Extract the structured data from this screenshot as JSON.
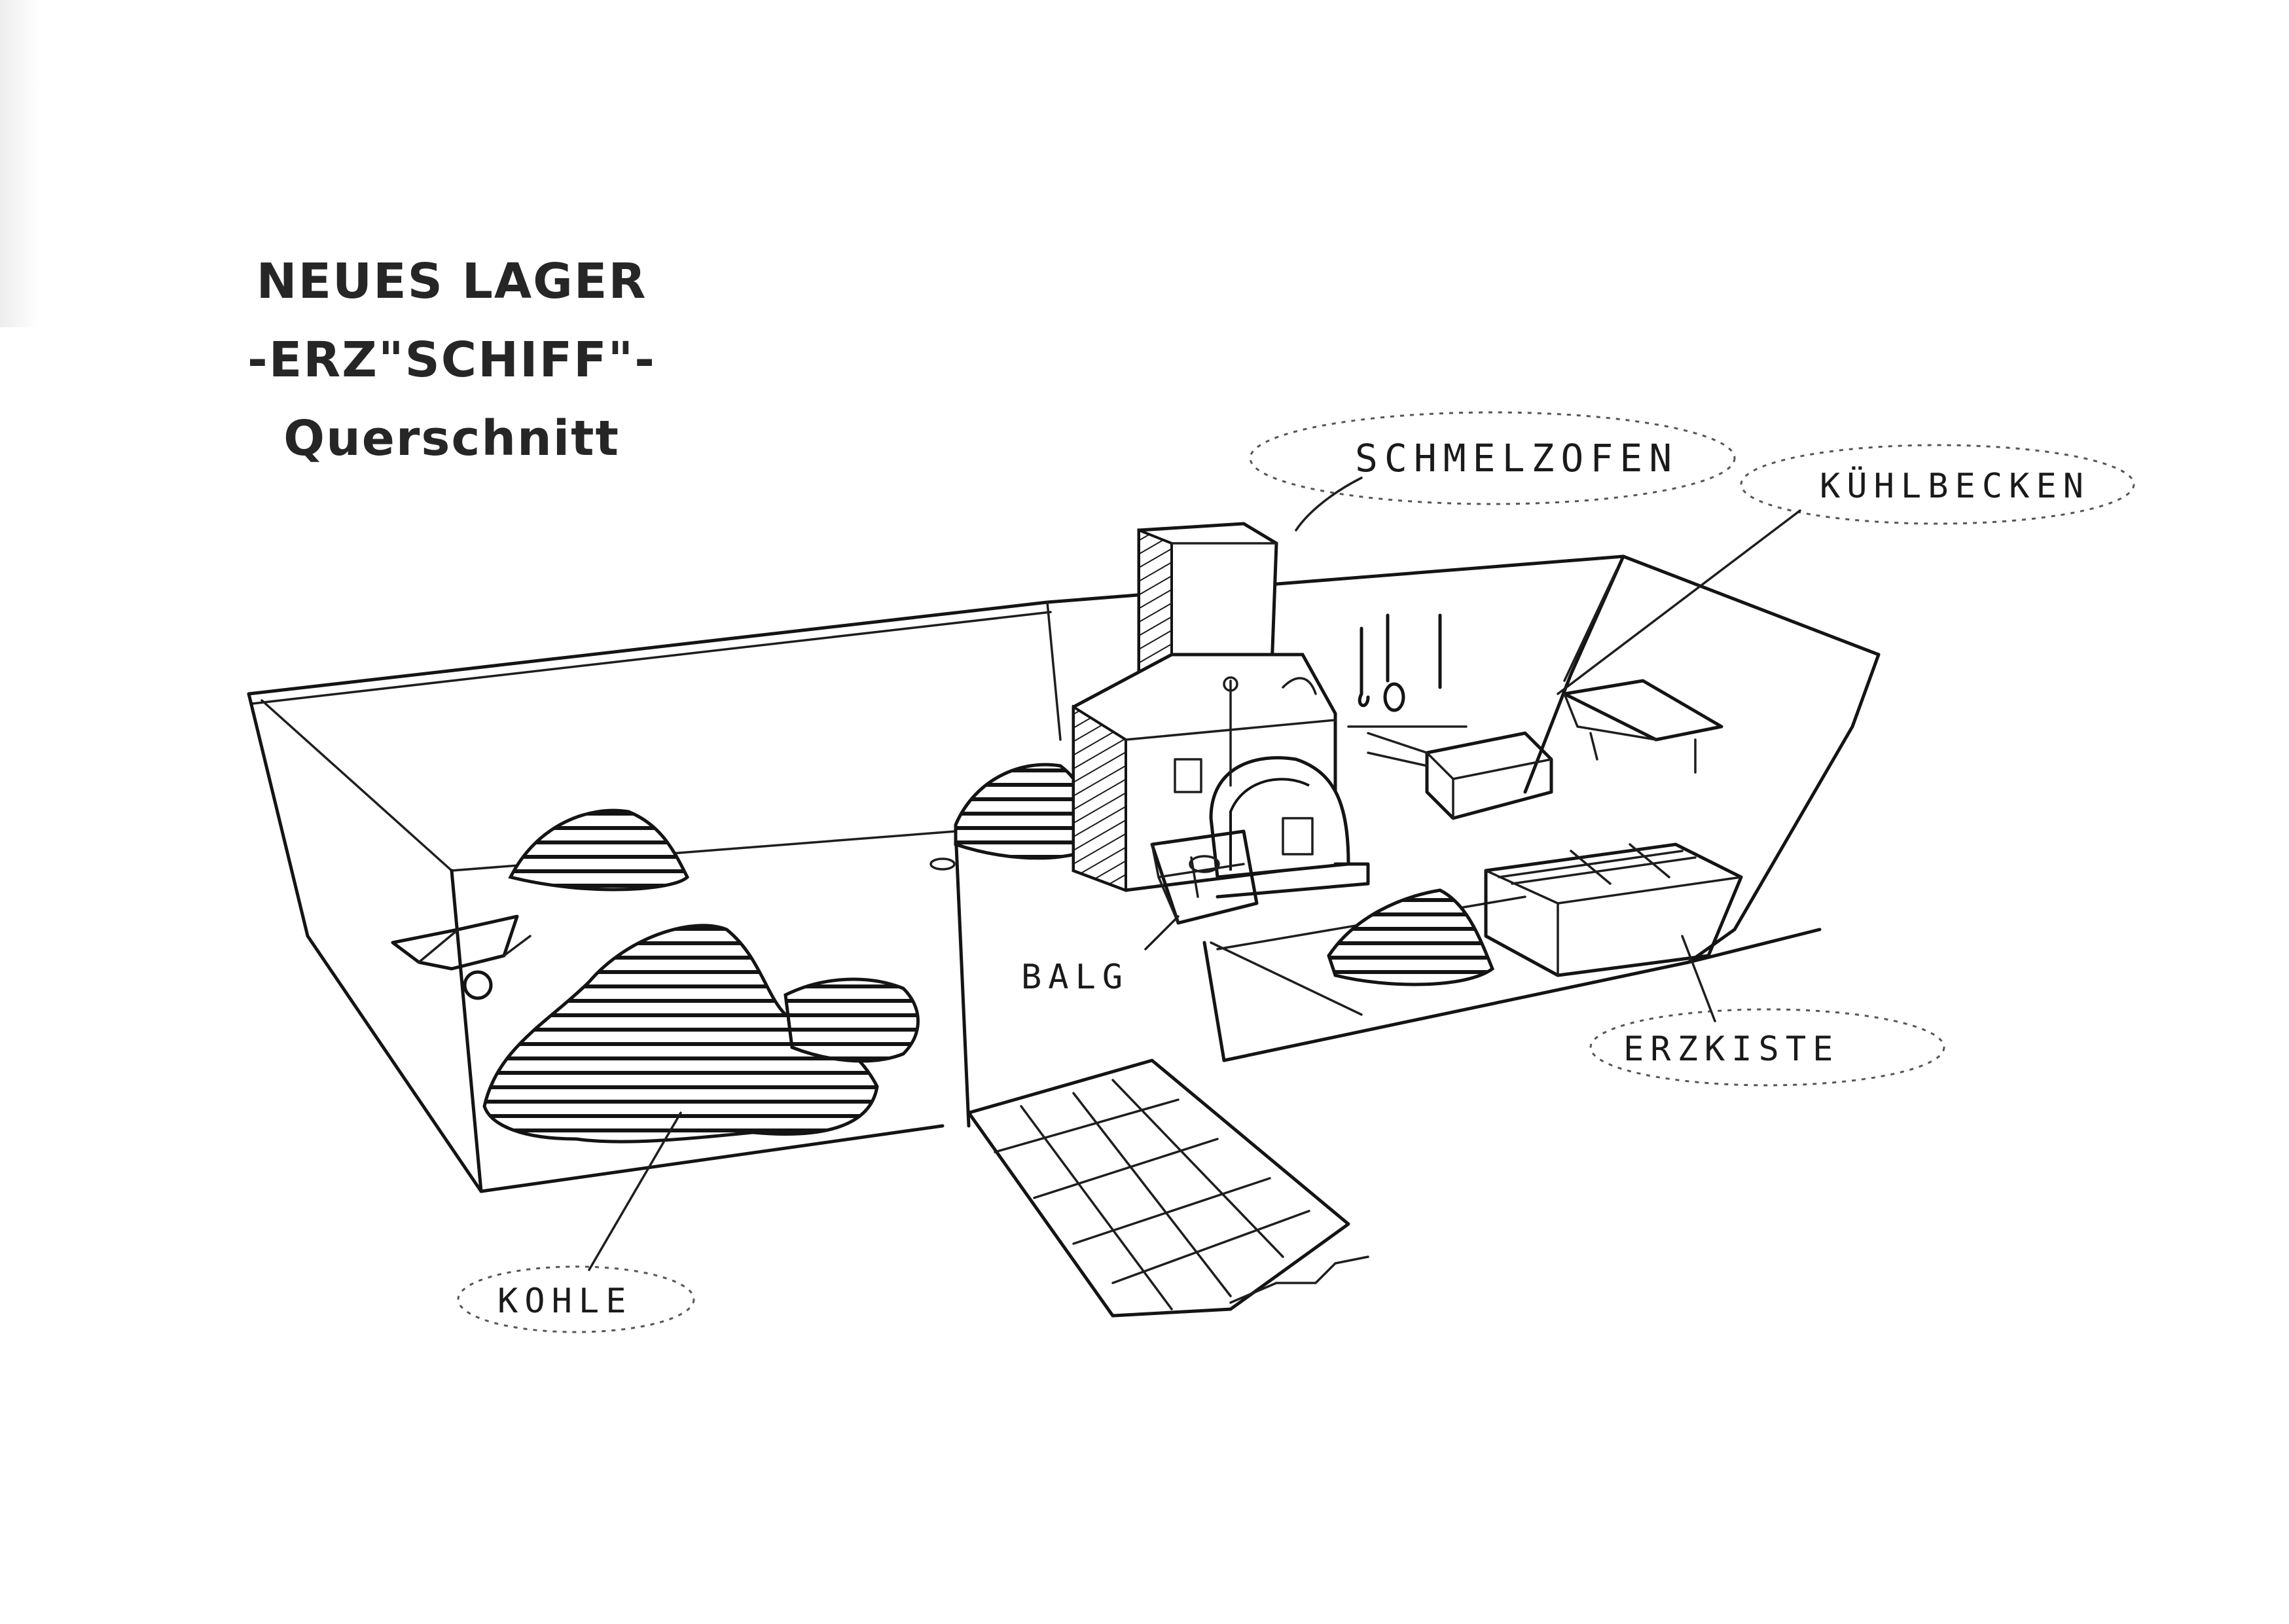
{
  "title": {
    "line1": "NEUES LAGER",
    "line2": "-ERZ\"SCHIFF\"-",
    "line3": "Querschnitt"
  },
  "labels": {
    "schmelzofen": "SCHMELZOFEN",
    "kuehlbecken": "KÜHLBECKEN",
    "balg": "BALG",
    "erzkiste": "ERZKISTE",
    "kohle": "KOHLE"
  }
}
